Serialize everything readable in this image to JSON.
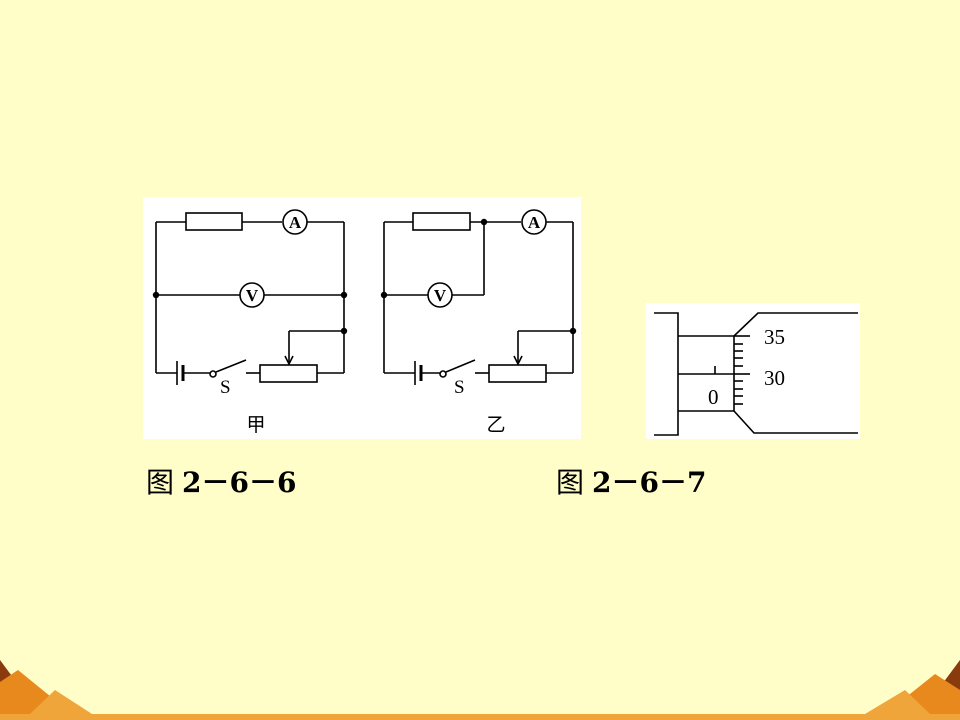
{
  "circuits": {
    "jia": {
      "ammeter_label": "A",
      "voltmeter_label": "V",
      "switch_label": "S",
      "caption": "甲"
    },
    "yi": {
      "ammeter_label": "A",
      "voltmeter_label": "V",
      "switch_label": "S",
      "caption": "乙"
    }
  },
  "micrometer": {
    "thimble_scale_labels": [
      "35",
      "30"
    ],
    "sleeve_scale_label": "0"
  },
  "captions": {
    "figure_prefix": "图",
    "figure_1_number": "2－6－6",
    "figure_2_number": "2－6－7"
  },
  "colors": {
    "background": "#FFFDC8",
    "panel": "#FFFFFF",
    "line": "#000000",
    "decor_orange": "#E8891E",
    "decor_dark": "#8A3B0E",
    "decor_bar": "#F0A53A"
  }
}
